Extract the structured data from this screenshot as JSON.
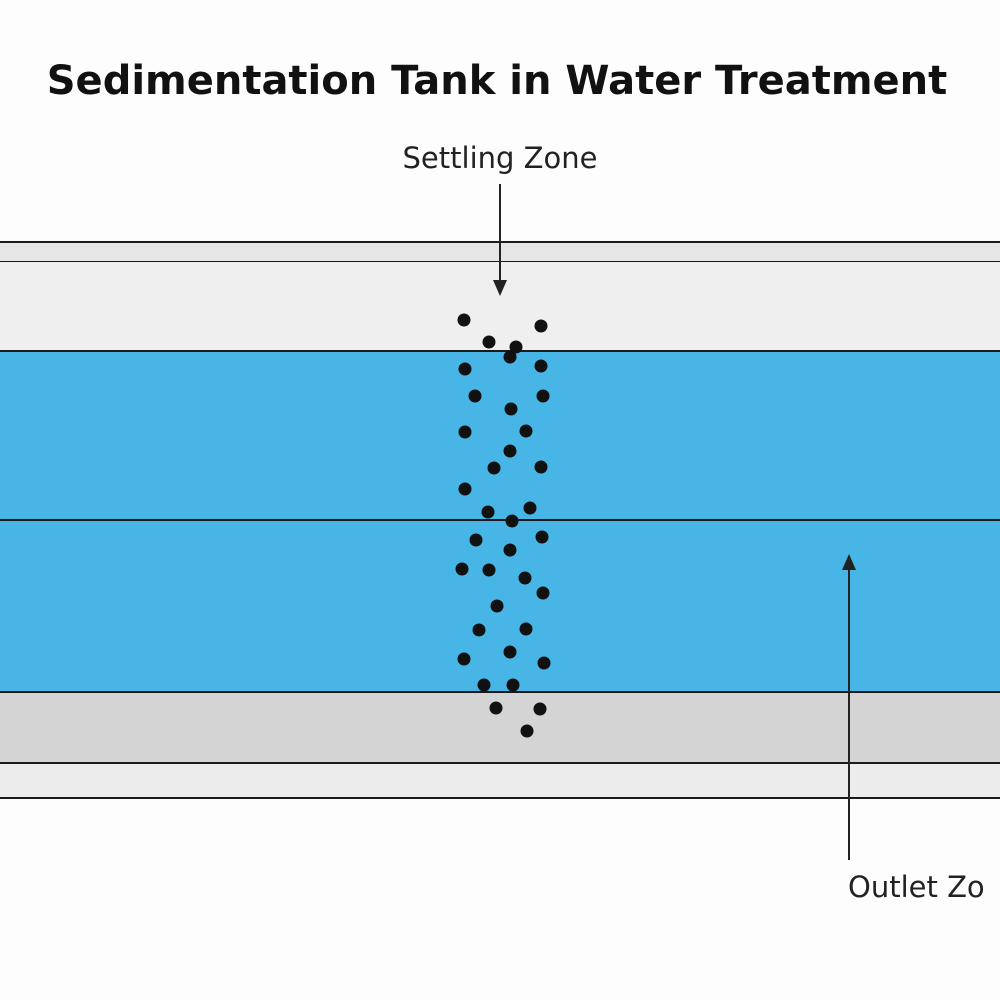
{
  "diagram": {
    "title": "Sedimentation Tank in Water Treatment",
    "labels": {
      "settling_zone": "Settling Zone",
      "outlet_zone": "Outlet Zo"
    },
    "colors": {
      "water": "#47b6e6",
      "tank_wall": "#e6e6e6",
      "sludge": "#d4d4d4",
      "outline": "#1a1a1a",
      "particle": "#111111"
    }
  }
}
